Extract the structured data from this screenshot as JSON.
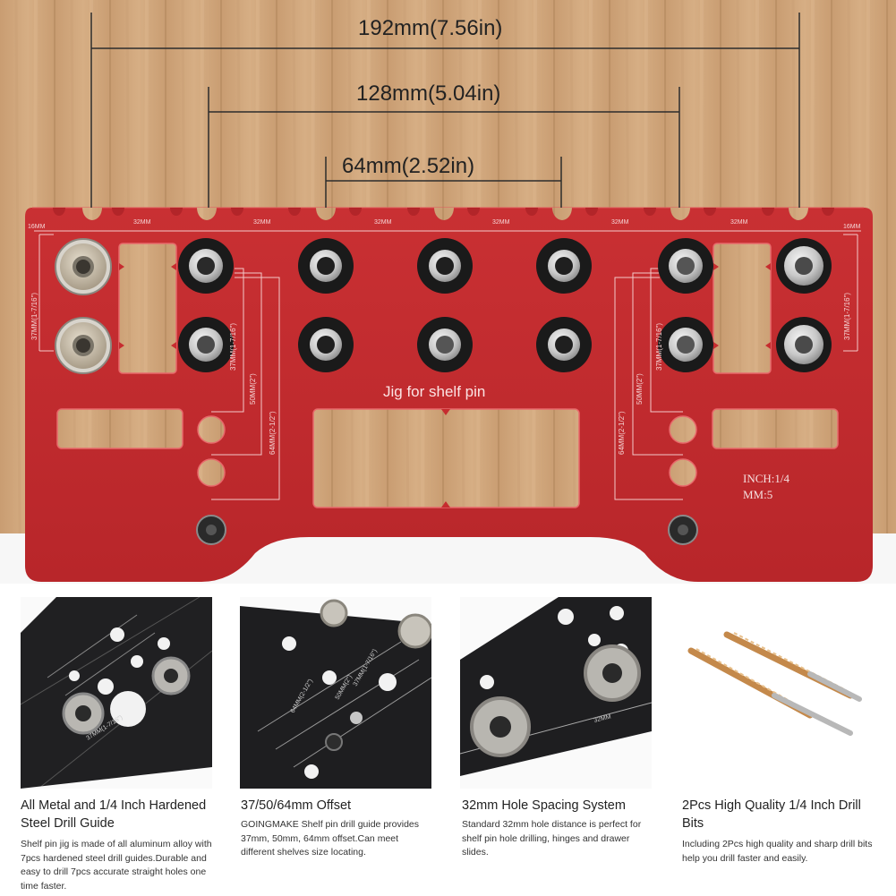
{
  "dimensions": {
    "outer": "192mm(7.56in)",
    "middle": "128mm(5.04in)",
    "inner": "64mm(2.52in)"
  },
  "jig": {
    "title": "Jig for shelf pin",
    "spacing_label": "32MM",
    "edge_label": "16MM",
    "row_offset_label": "37MM(1-7/16\")",
    "offset_37": "37MM(1-7/16\")",
    "offset_50": "50MM(2\")",
    "offset_64": "64MM(2-1/2\")",
    "inch_label": "INCH:1/4",
    "mm_label": "MM:5",
    "colors": {
      "body": "#c62c2f",
      "wood": "#cfa57a",
      "bushing": "#1a1a1a"
    }
  },
  "features": [
    {
      "title": "All Metal and 1/4 Inch Hardened Steel Drill Guide",
      "body": "Shelf pin jig is made of all aluminum alloy with 7pcs hardened steel drill guides.Durable and easy to drill 7pcs accurate straight holes one time faster."
    },
    {
      "title": "37/50/64mm Offset",
      "body": "GOINGMAKE Shelf pin drill guide provides 37mm, 50mm, 64mm offset.Can meet different shelves size locating."
    },
    {
      "title": "32mm Hole Spacing System",
      "body": "Standard 32mm hole distance is perfect for shelf pin hole drilling, hinges and drawer slides."
    },
    {
      "title": "2Pcs High Quality 1/4 Inch Drill Bits",
      "body": "Including 2Pcs high quality and sharp drill bits help you drill faster and easily."
    }
  ]
}
